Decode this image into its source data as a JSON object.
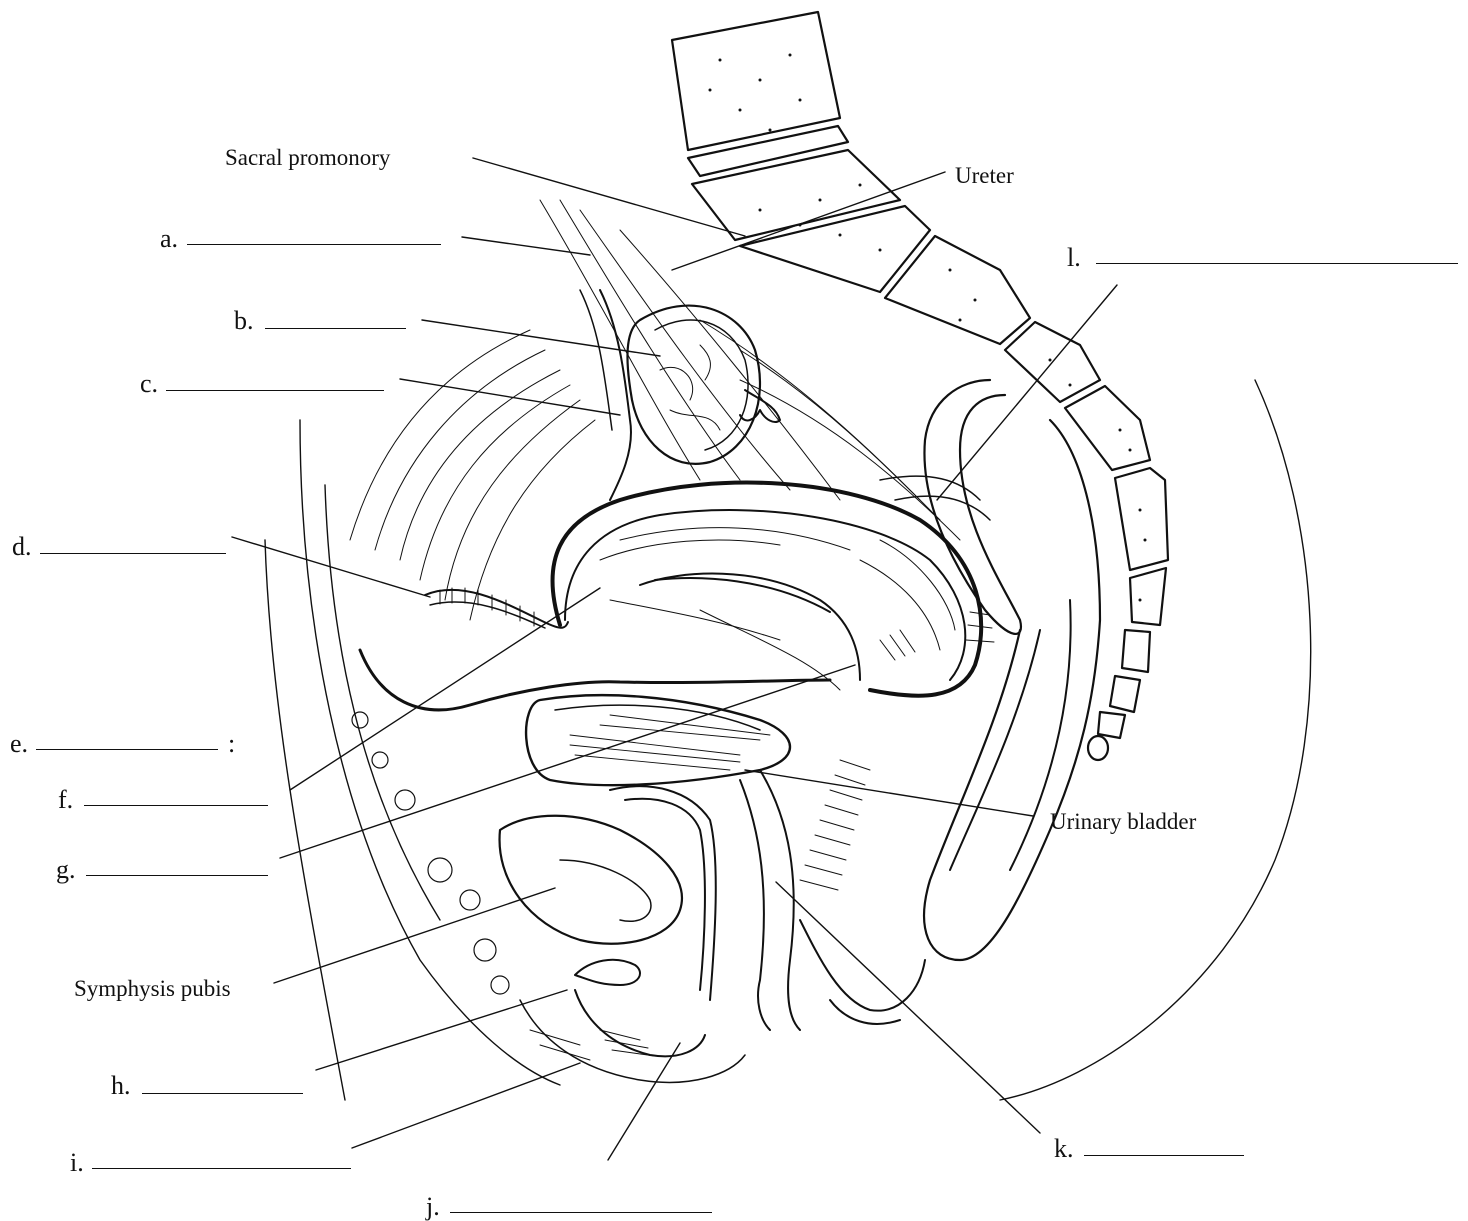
{
  "labels": {
    "sacral_promontory": "Sacral promonory",
    "ureter": "Ureter",
    "urinary_bladder": "Urinary bladder",
    "symphysis_pubis": "Symphysis pubis"
  },
  "blanks": {
    "a": "a.",
    "b": "b.",
    "c": "c.",
    "d": "d.",
    "e": "e.",
    "e_suffix": ":",
    "f": "f.",
    "g": "g.",
    "h": "h.",
    "i": "i.",
    "j": "j.",
    "k": "k.",
    "l": "l."
  }
}
